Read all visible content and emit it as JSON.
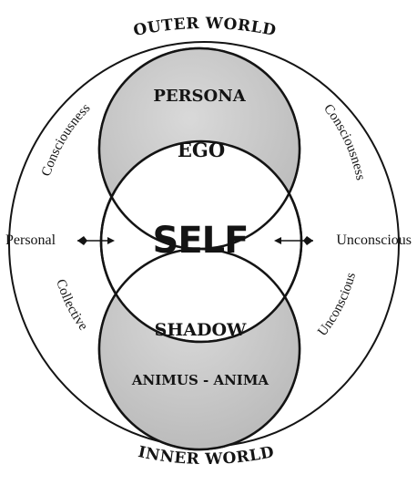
{
  "title_top": "OUTER WORLD",
  "title_bottom": "INNER WORLD",
  "upper_circle": {
    "label_top": "PERSONA",
    "label_bottom": "EGO"
  },
  "center_label": "SELF",
  "lower_circle": {
    "label_top": "SHADOW",
    "label_bottom": "ANIMUS - ANIMA"
  },
  "left": {
    "upper_arc": "Consciousness",
    "side_label": "Personal",
    "lower_arc": "Collective"
  },
  "right": {
    "upper_arc": "Consciousness",
    "side_label": "Unconscious",
    "lower_arc": "Unconscious"
  },
  "colors": {
    "ink": "#141414",
    "circle_fill": "#c9c9c9",
    "background": "#ffffff"
  }
}
